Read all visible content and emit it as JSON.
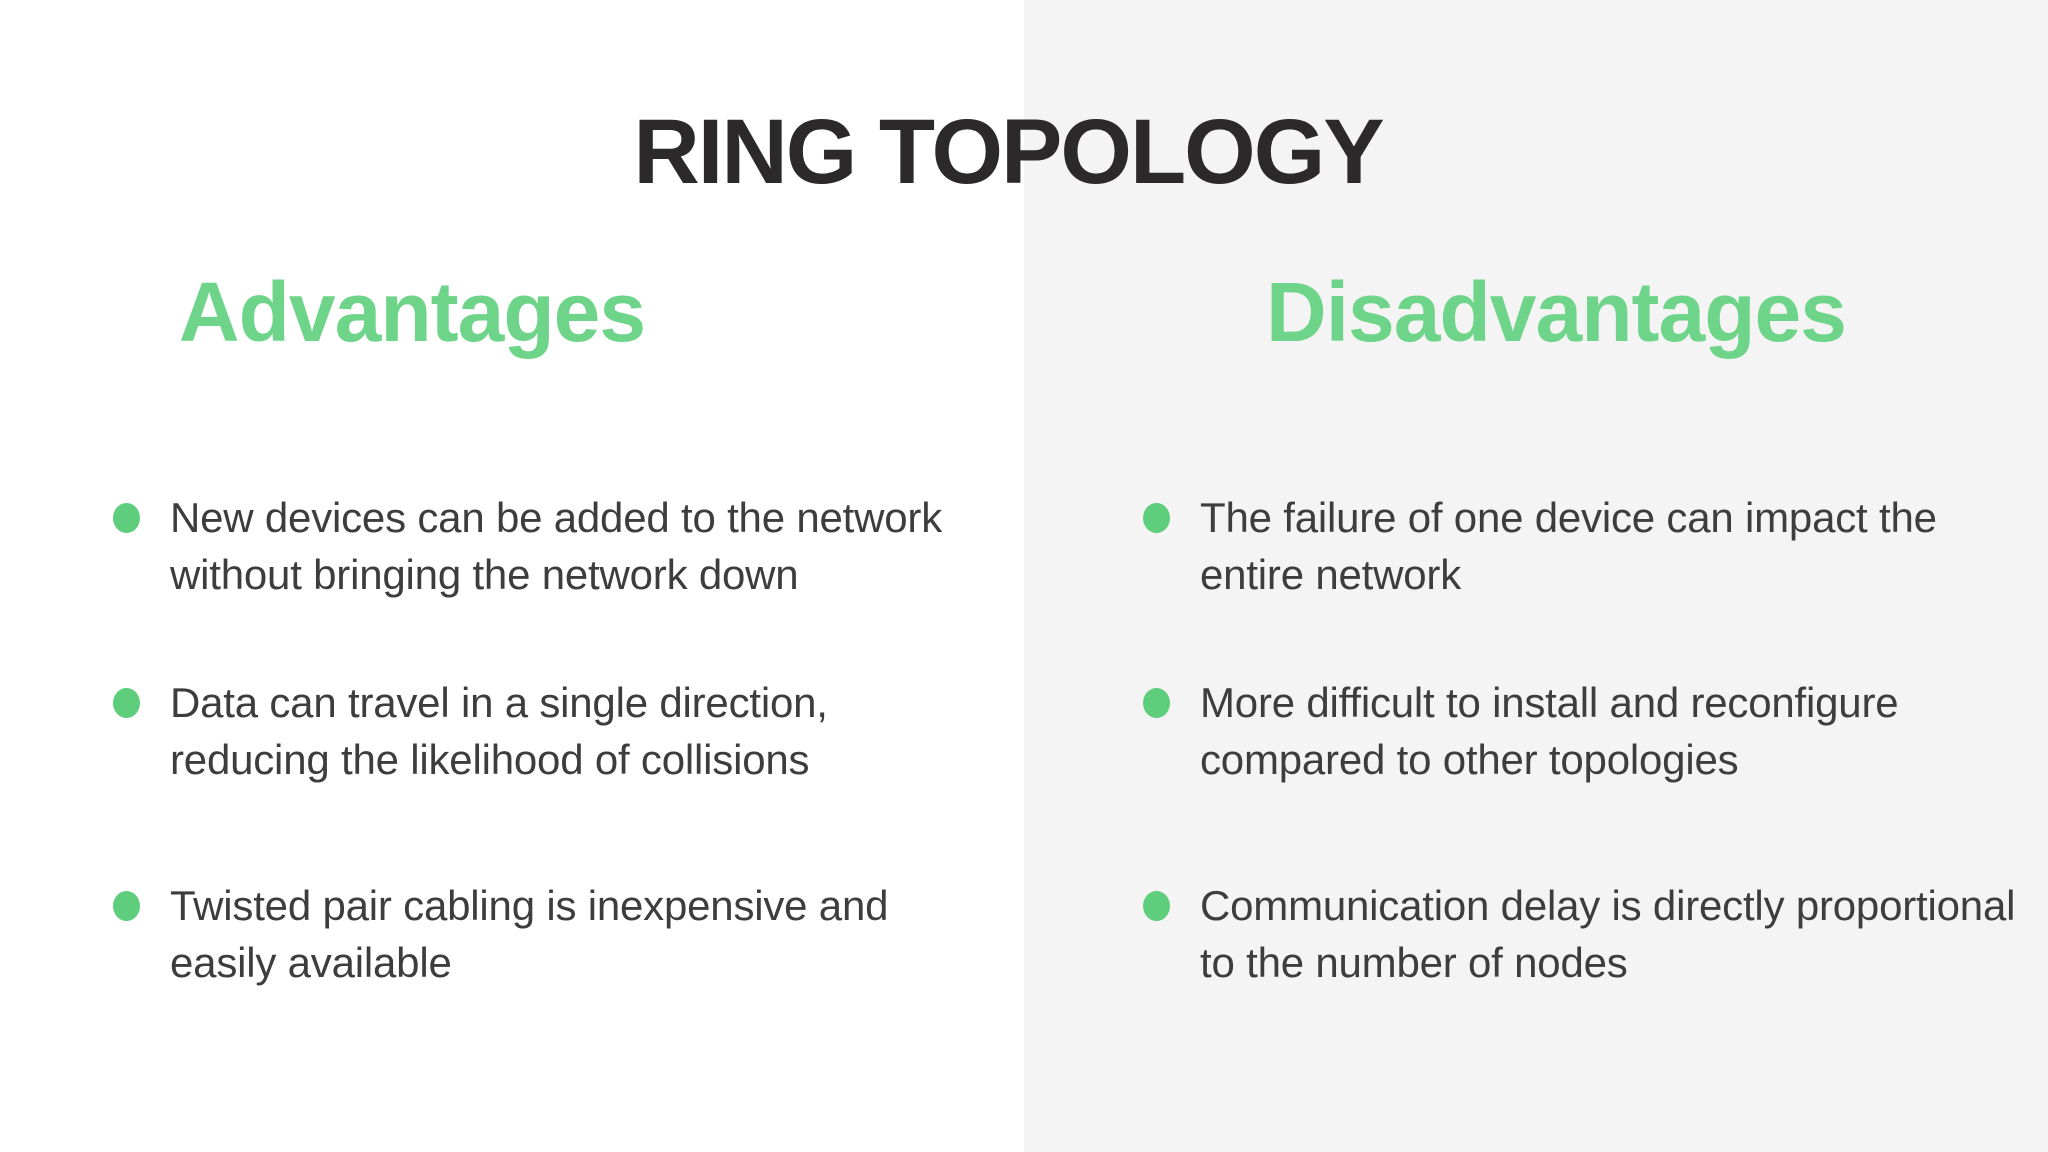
{
  "title": "RING TOPOLOGY",
  "columns": {
    "advantages": {
      "heading": "Advantages",
      "items": [
        "New devices can be added to the network\nwithout bringing the network down",
        "Data can travel in a single direction,\nreducing the likelihood of collisions",
        "Twisted pair cabling is inexpensive and\neasily available"
      ]
    },
    "disadvantages": {
      "heading": "Disadvantages",
      "items": [
        "The failure of one device can impact the\nentire network",
        "More difficult to install and reconfigure\ncompared to other topologies",
        "Communication delay is directly proportional\nto the number of nodes"
      ]
    }
  },
  "icons": {
    "bullet": "green-dot-icon"
  },
  "colors": {
    "accent_green": "#6ed489",
    "bullet_green": "#5fce7c",
    "title_color": "#2b292a",
    "body_color": "#3d3d3d",
    "panel_gray": "#f4f4f4",
    "left_bg": "#ffffff"
  }
}
